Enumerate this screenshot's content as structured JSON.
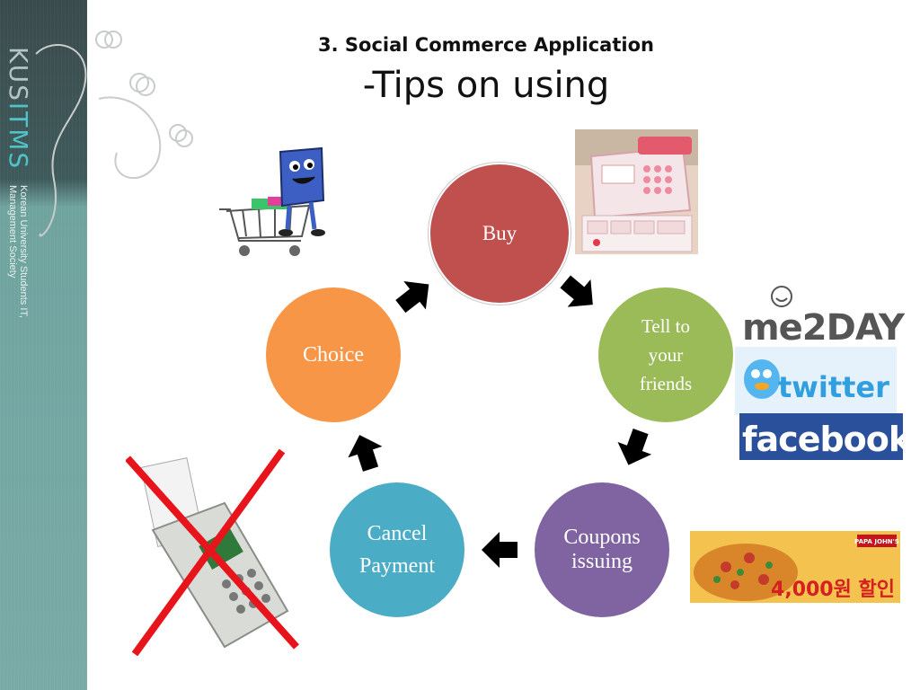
{
  "sidebar": {
    "brand_prefix": "KUS",
    "brand_highlight": "ITMS",
    "org_line1": "Korean University Students IT,",
    "org_line2": "Management Society"
  },
  "slide": {
    "title": "3. Social Commerce Application",
    "subtitle": "-Tips on using"
  },
  "cycle": {
    "buy": "Buy",
    "tell_line1": "Tell to",
    "tell_line2": "your",
    "tell_line3": "friends",
    "coupons_line1": "Coupons",
    "coupons_line2": "issuing",
    "cancel_line1": "Cancel",
    "cancel_line2": "Payment",
    "choice": "Choice"
  },
  "logos": {
    "me2day": "me2DAY",
    "twitter": "twitter",
    "facebook": "facebook"
  },
  "ad": {
    "brand": "PAPA JOHN'S",
    "price": "4,000원 할인"
  },
  "colors": {
    "buy": "#c0504d",
    "tell": "#9bbb59",
    "coupons": "#8064a2",
    "cancel": "#4bacc6",
    "choice": "#f79646",
    "cross": "#e8141b",
    "twitter": "#2f9fe0",
    "facebook": "#2a4f9b"
  }
}
